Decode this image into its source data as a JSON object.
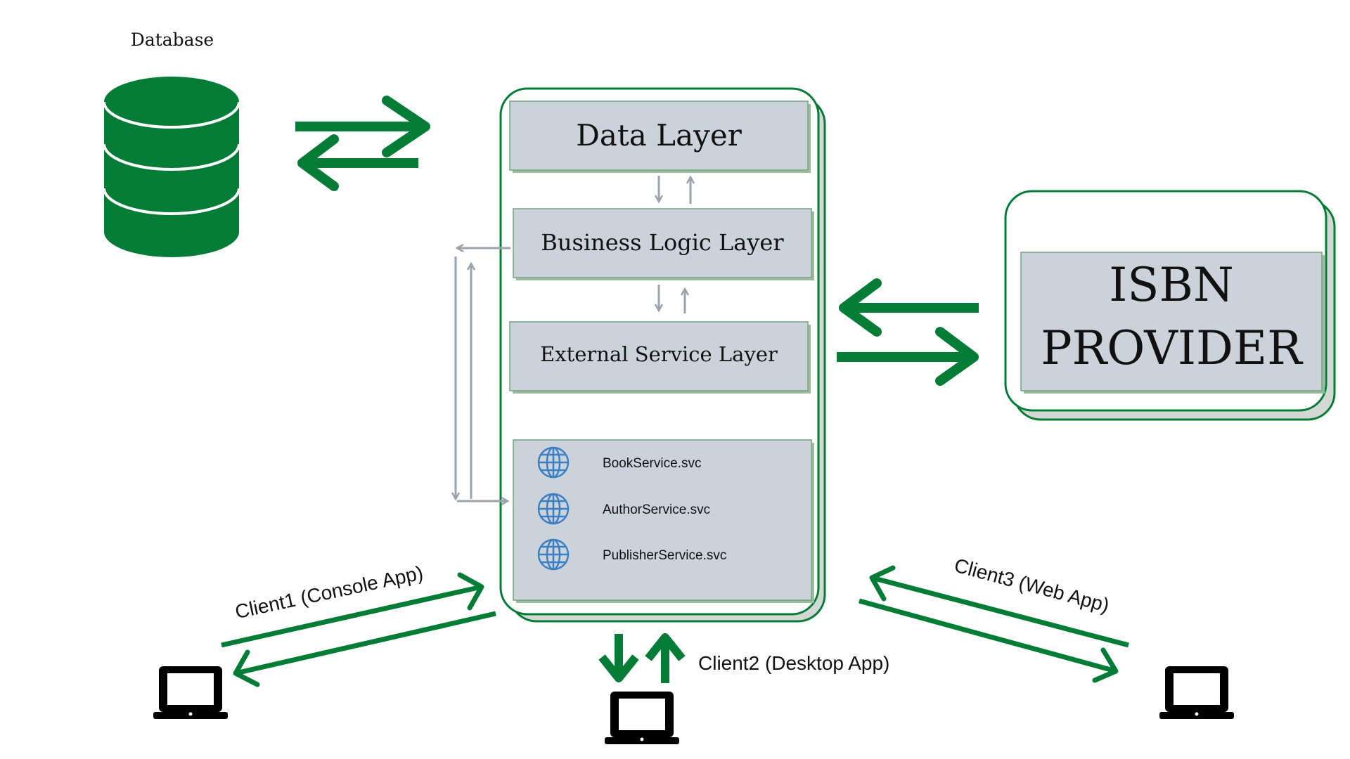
{
  "colors": {
    "accent_green": "#037c36",
    "layer_fill": "#cbd2da",
    "connector_gray": "#9aa3ad",
    "globe_blue": "#3b7fc4",
    "shadow_gray": "#d4d8d4"
  },
  "database": {
    "label": "Database",
    "icon": "database-icon"
  },
  "layers": {
    "data": "Data Layer",
    "business": "Business Logic Layer",
    "external": "External Service Layer"
  },
  "services": [
    {
      "name": "BookService.svc",
      "icon": "globe-icon"
    },
    {
      "name": "AuthorService.svc",
      "icon": "globe-icon"
    },
    {
      "name": "PublisherService.svc",
      "icon": "globe-icon"
    }
  ],
  "provider": {
    "line1": "ISBN",
    "line2": "PROVIDER"
  },
  "clients": [
    {
      "label": "Client1 (Console App)",
      "icon": "laptop-icon"
    },
    {
      "label": "Client2 (Desktop App)",
      "icon": "laptop-icon"
    },
    {
      "label": "Client3 (Web App)",
      "icon": "laptop-icon"
    }
  ]
}
